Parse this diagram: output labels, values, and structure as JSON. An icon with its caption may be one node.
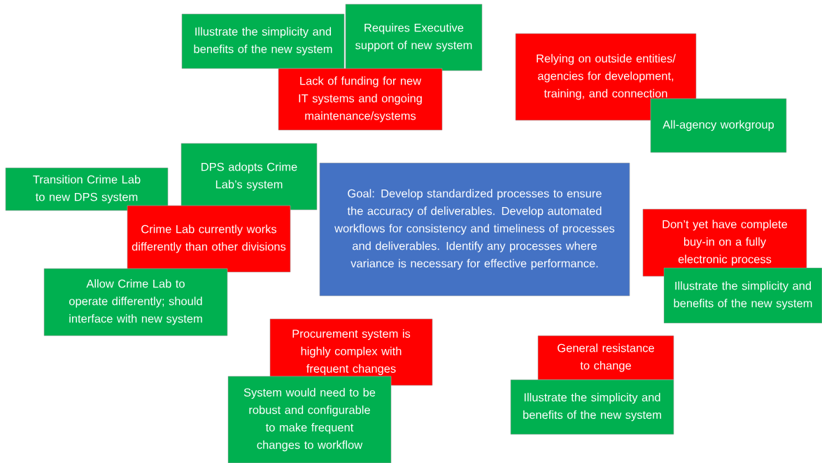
{
  "diagram": {
    "nodes": [
      {
        "text": [
          "Illustrate the simplicity and benefits of the new system"
        ]
      },
      {
        "text": [
          "Requires Executive support of new system"
        ]
      },
      {
        "text": [
          "Relying on outside entities/ agencies for development, training, and connection"
        ]
      },
      {
        "text": [
          "Lack of funding for new IT systems and ongoing maintenance/systems"
        ]
      },
      {
        "text": [
          "All-agency workgroup"
        ]
      },
      {
        "text": [
          "DPS adopts Crime Lab’s system"
        ]
      },
      {
        "text": [
          "Transition Crime Lab to new DPS system"
        ]
      },
      {
        "text": [
          "Goal: Develop standardized processes to ensure the accuracy of deliverables. Develop automated workflows for consistency and timeliness of processes and deliverables. Identify any processes where variance is necessary for effective performance."
        ]
      },
      {
        "text": [
          "Crime Lab currently works differently than other divisions"
        ]
      },
      {
        "text": [
          "Don’t yet have complete buy-in on a fully electronic process"
        ]
      },
      {
        "text": [
          "Allow Crime Lab to operate differently; should interface with new system"
        ]
      },
      {
        "text": [
          "Illustrate the simplicity and benefits of the new system"
        ]
      },
      {
        "text": [
          "Procurement system is highly complex with frequent changes"
        ]
      },
      {
        "text": [
          "General resistance to change"
        ]
      },
      {
        "text": [
          "Illustrate the simplicity and benefits of the new system"
        ]
      },
      {
        "text": [
          "System would need to be robust and configurable to make frequent changes to workflow"
        ]
      }
    ]
  }
}
